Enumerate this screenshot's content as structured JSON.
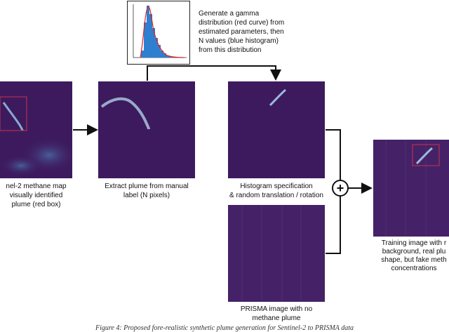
{
  "histogram_note": {
    "lines": [
      "Generate a gamma",
      "distribution (red curve) from",
      "estimated parameters, then",
      "N values (blue histogram)",
      "from this distribution"
    ]
  },
  "panels": {
    "sentinel": {
      "caption_lines": [
        "nel-2 methane map",
        "visually identified",
        "plume (red box)"
      ]
    },
    "extract": {
      "caption_lines": [
        "Extract plume from manual",
        "label (N pixels)"
      ]
    },
    "histspec": {
      "caption_lines": [
        "Histogram specification",
        "& random translation / rotation"
      ]
    },
    "prisma": {
      "caption_lines": [
        "PRISMA image with no",
        "methane plume"
      ]
    },
    "training": {
      "caption_lines": [
        "Training image with r",
        "background, real plu",
        "shape, but fake meth",
        "concentrations"
      ]
    }
  },
  "combine_symbol": "+",
  "figure_caption": "Figure 4: Proposed fore-realistic synthetic plume generation for Sentinel-2 to PRISMA data",
  "colors": {
    "panel_bg": "#3d1a5e",
    "plume": "#9ad0e8",
    "box": "#d9364a",
    "hist_bar": "#2f7fd0",
    "gamma_curve": "#e02020"
  }
}
